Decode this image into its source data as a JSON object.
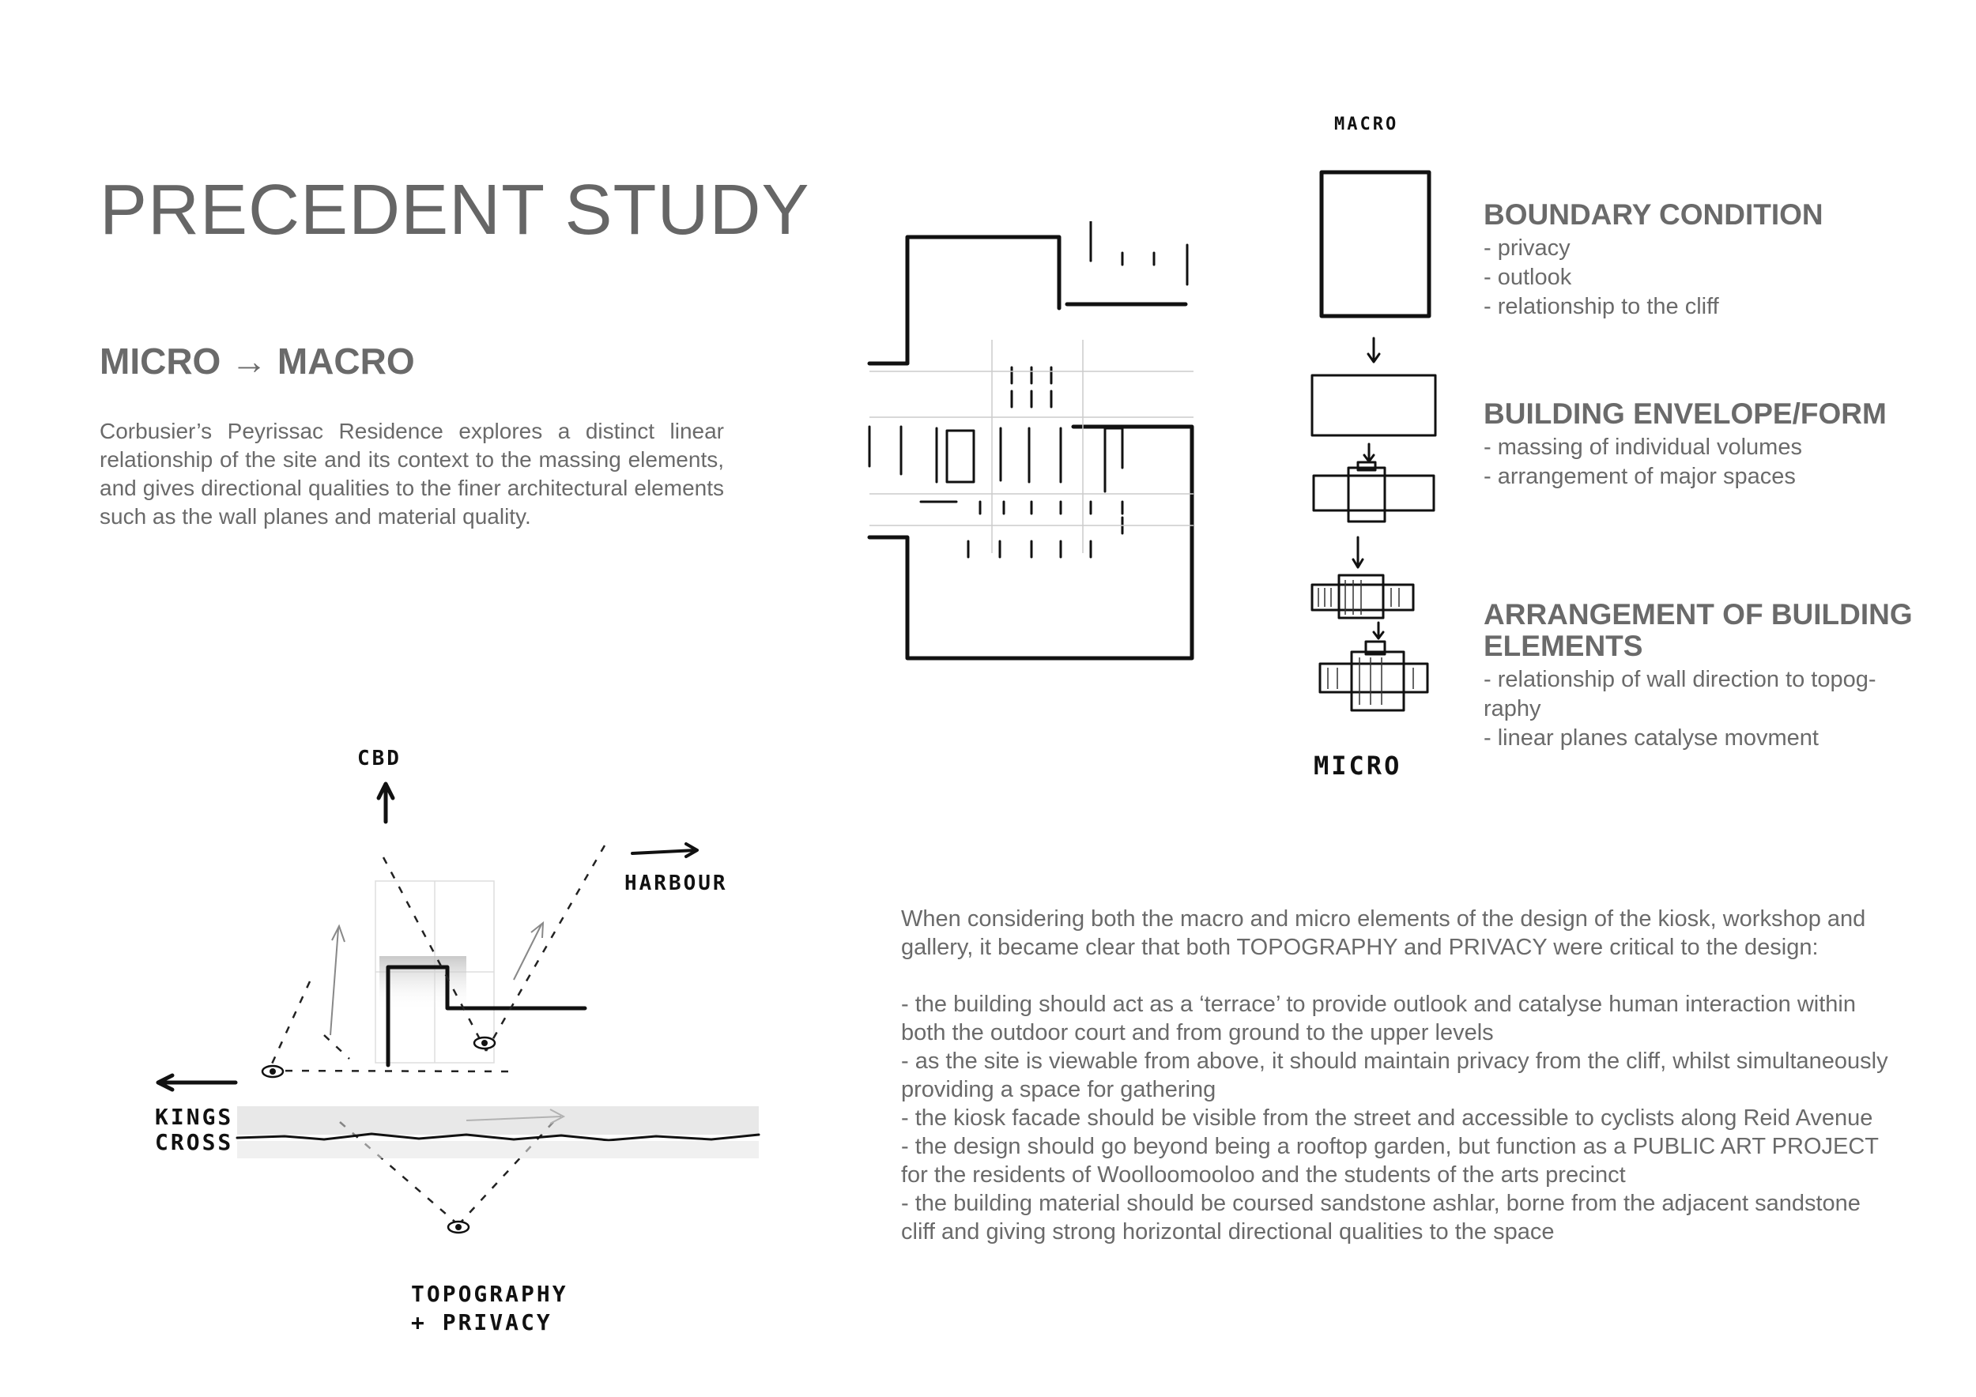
{
  "page": {
    "title": "PRECEDENT STUDY",
    "subtitle": "MICRO → MACRO",
    "intro": "Corbusier’s Peyrissac Residence explores a distinct linear relationship of the site and its context to the massing elements, and gives directional qualities to the finer architectural elements such as the wall planes and material quality."
  },
  "diagram": {
    "macro_label": "MACRO",
    "micro_label": "MICRO",
    "steps": [
      {
        "heading": "BOUNDARY CONDITION",
        "items": [
          "- privacy",
          "- outlook",
          "- relationship to the cliff"
        ]
      },
      {
        "heading": "BUILDING ENVELOPE/FORM",
        "items": [
          "- massing of individual volumes",
          "- arrangement of major spaces"
        ]
      },
      {
        "heading": "ARRANGEMENT OF BUILDING ELEMENTS",
        "items": [
          "- relationship of wall direction to topog-raphy",
          "- linear planes catalyse movment"
        ]
      }
    ]
  },
  "site_sketch": {
    "cbd": "CBD",
    "harbour": "HARBOUR",
    "kings": "KINGS",
    "cross": "CROSS",
    "topo": "TOPOGRAPHY",
    "privacy": "+ PRIVACY"
  },
  "design": {
    "intro": "When considering both the macro and micro elements of the design of the kiosk, workshop and gallery, it became clear that both TOPOGRAPHY and PRIVACY were critical to the design:",
    "points": [
      "- the building should act as a ‘terrace’ to provide outlook and catalyse human interaction within both the outdoor court and from ground to the upper levels",
      "- as the site is viewable from above, it should maintain privacy from the cliff, whilst simultaneously providing a space for gathering",
      "- the kiosk facade should be visible from the street and accessible to cyclists along Reid Avenue",
      "- the design should go beyond being a rooftop garden, but function as a PUBLIC ART PROJECT for the residents of Woolloomooloo and the students of the arts precinct",
      "- the building material should be coursed sandstone ashlar, borne from the adjacent sandstone cliff and giving strong horizontal directional qualities to the space"
    ]
  }
}
